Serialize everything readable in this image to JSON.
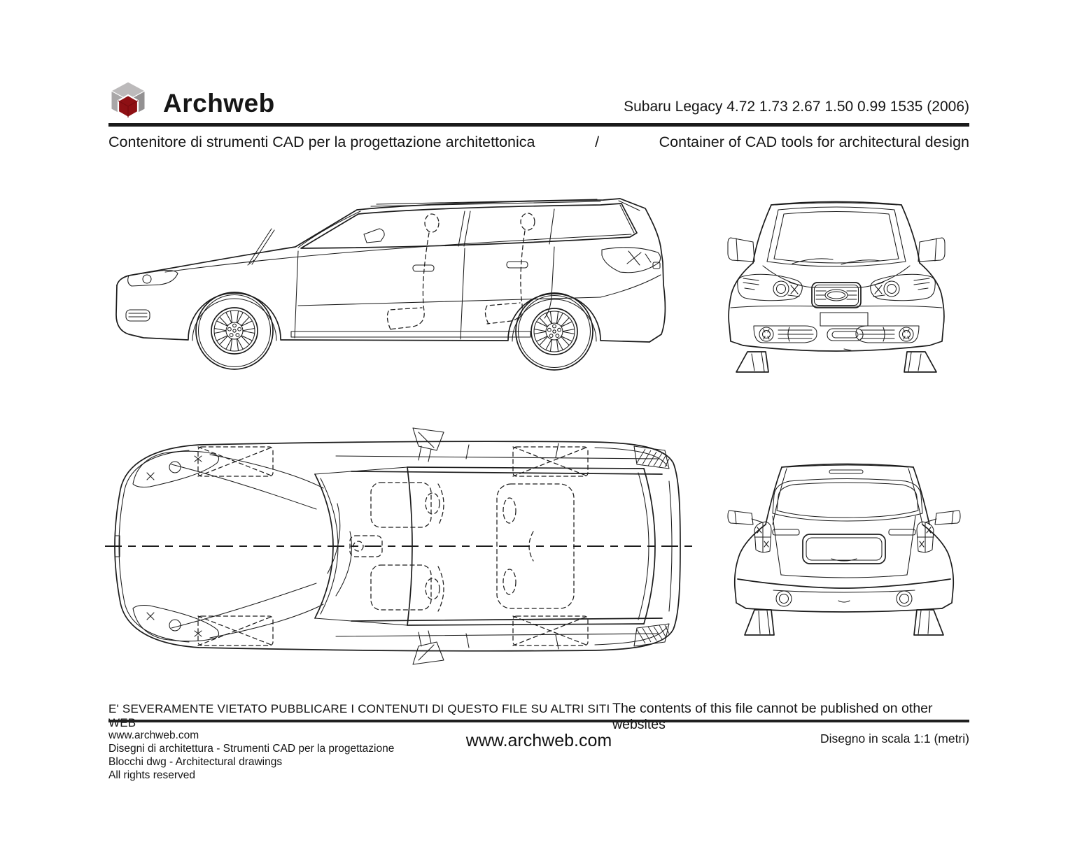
{
  "header": {
    "logo_text": "Archweb",
    "title_right": "Subaru Legacy 4.72 1.73 2.67 1.50 0.99 1535 (2006)",
    "subtitle_it": "Contenitore di strumenti CAD per la progettazione architettonica",
    "subtitle_sep": "/",
    "subtitle_en": "Container of CAD tools for architectural design"
  },
  "colors": {
    "ink": "#1c1c1c",
    "logo_gray_top": "#bcbabb",
    "logo_gray_left": "#a9a7a8",
    "logo_gray_right": "#939192",
    "logo_red": "#8e1014",
    "rule": "#1a1a1a"
  },
  "notice": {
    "it": "E' SEVERAMENTE VIETATO PUBBLICARE I CONTENUTI DI QUESTO FILE SU ALTRI SITI WEB",
    "en": "The contents of this file cannot be published on other websites"
  },
  "footer": {
    "left_lines": [
      "www.archweb.com",
      "Disegni di architettura - Strumenti CAD  per la progettazione",
      "Blocchi dwg - Architectural drawings",
      "All rights reserved"
    ],
    "center": "www.archweb.com",
    "right": "Disegno in scala 1:1 (metri)"
  }
}
